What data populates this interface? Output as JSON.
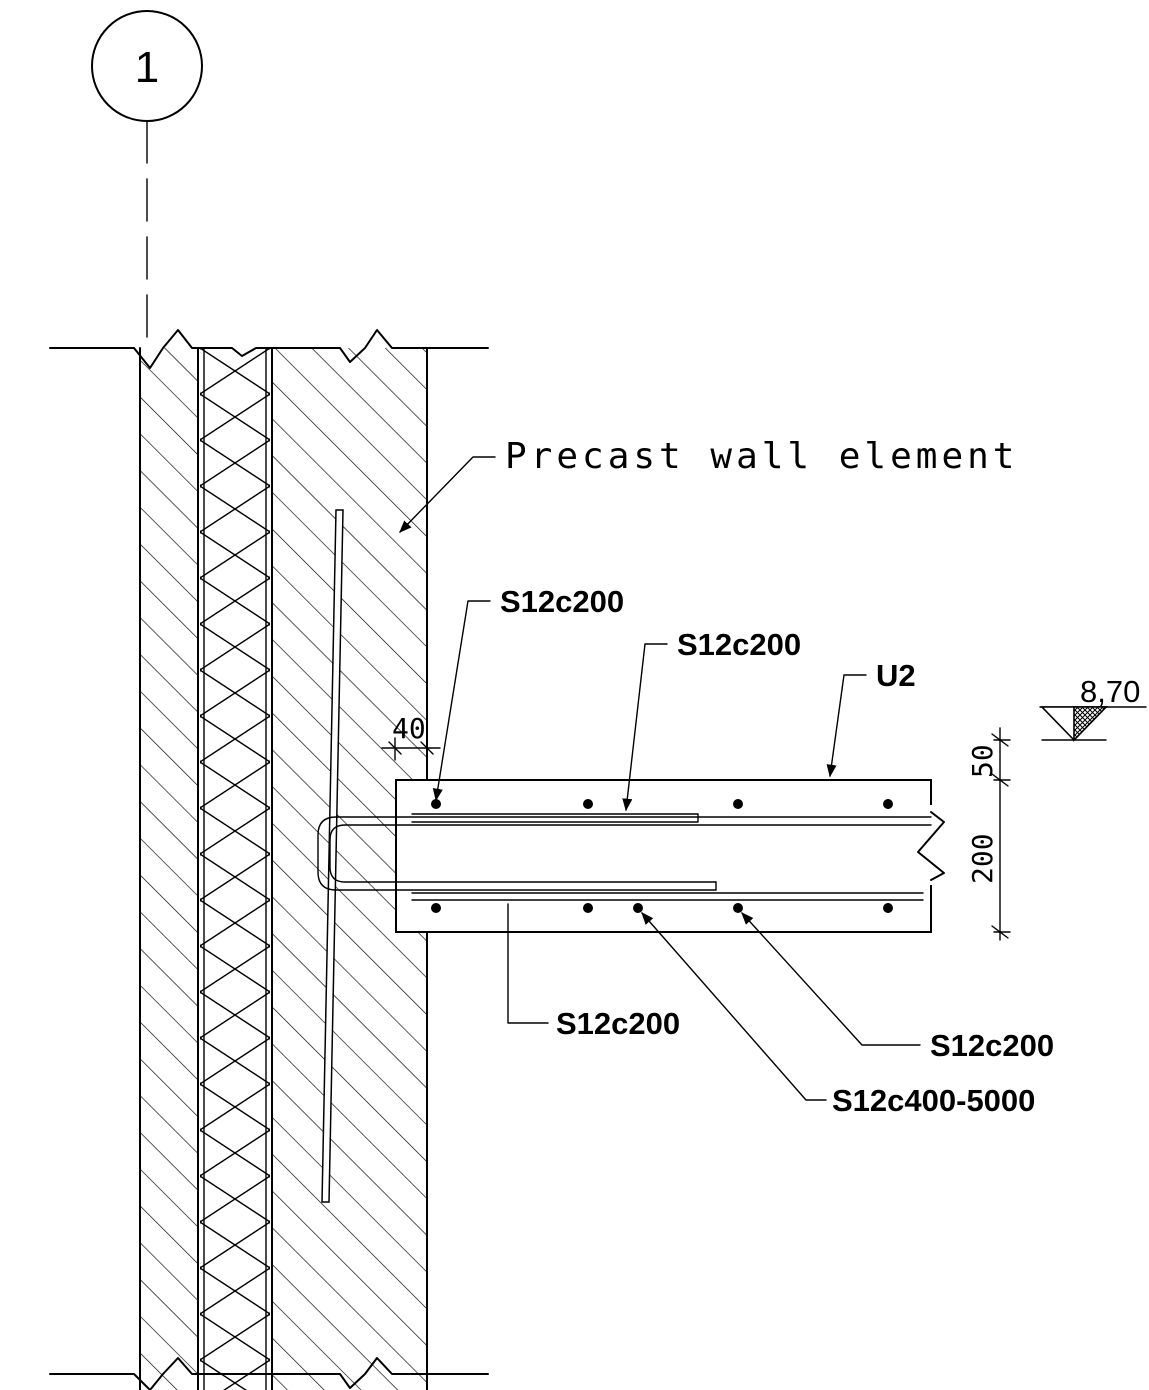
{
  "grid_marker": {
    "label": "1"
  },
  "labels": {
    "wall": "Precast wall element",
    "rebar_top_left": "S12c200",
    "rebar_top_mid": "S12c200",
    "stirrup": "U2",
    "rebar_bottom_left": "S12c200",
    "rebar_bottom_right": "S12c200",
    "rebar_distribution": "S12c400-5000"
  },
  "dimensions": {
    "anchor_offset": "40",
    "cover_top": "50",
    "slab_thickness": "200"
  },
  "level": {
    "value": "8,70"
  }
}
